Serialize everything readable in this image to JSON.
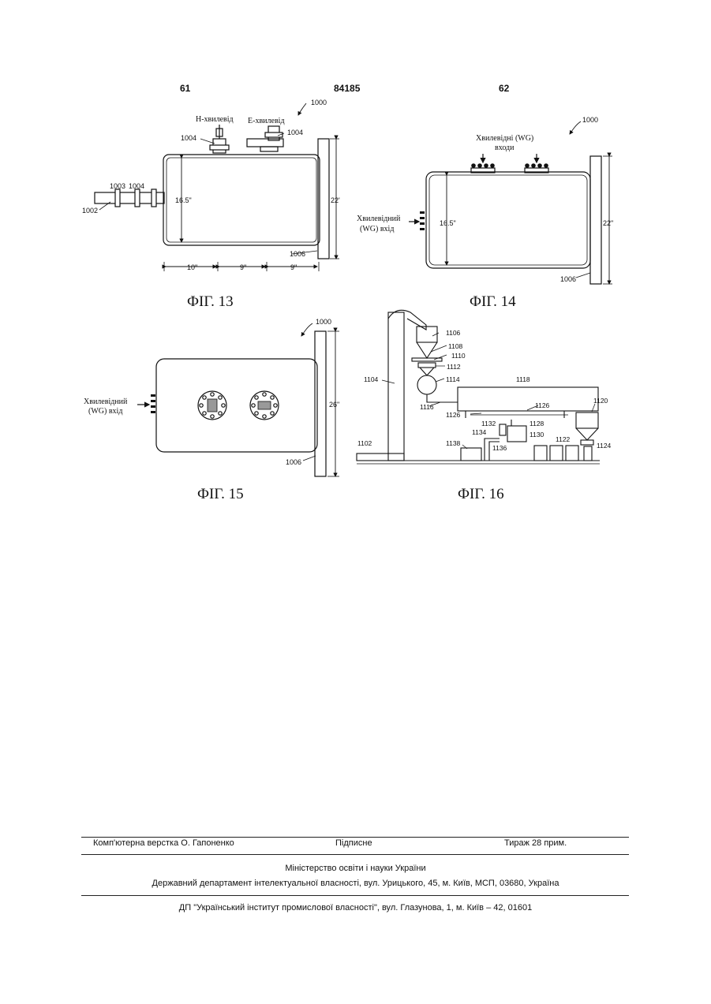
{
  "header": {
    "left_page": "61",
    "patent_number": "84185",
    "right_page": "62"
  },
  "fig13": {
    "caption": "ФІГ. 13",
    "ref_main": "1000",
    "label_h": "Н-хвилевід",
    "label_e": "Е-хвилевід",
    "ref_1004_a": "1004",
    "ref_1004_b": "1004",
    "ref_1004_c": "1004",
    "ref_1003": "1003",
    "ref_1002": "1002",
    "ref_1006": "1006",
    "dim_height": "16.5\"",
    "dim_total": "22'",
    "dim_a": "10\"",
    "dim_b": "9\"",
    "dim_c": "9\""
  },
  "fig14": {
    "caption": "ФІГ. 14",
    "ref_main": "1000",
    "label_inputs_1": "Хвилевідні (WG)",
    "label_inputs_2": "входи",
    "label_input_1": "Хвилевідний",
    "label_input_2": "(WG) вхід",
    "dim_height": "16.5\"",
    "dim_total": "22\"",
    "ref_1006": "1006"
  },
  "fig15": {
    "caption": "ФІГ. 15",
    "ref_main": "1000",
    "label_input_1": "Хвилевідний",
    "label_input_2": "(WG) вхід",
    "dim_total": "26\"",
    "ref_1006": "1006"
  },
  "fig16": {
    "caption": "ФІГ. 16",
    "refs": {
      "r1102": "1102",
      "r1104": "1104",
      "r1106": "1106",
      "r1108": "1108",
      "r1110": "1110",
      "r1112": "1112",
      "r1114": "1114",
      "r1116": "1116",
      "r1118": "1118",
      "r1120": "1120",
      "r1122": "1122",
      "r1124": "1124",
      "r1126a": "1126",
      "r1126b": "1126",
      "r1128": "1128",
      "r1130": "1130",
      "r1132": "1132",
      "r1134": "1134",
      "r1136": "1136",
      "r1138": "1138"
    }
  },
  "footer": {
    "layout_credit": "Комп'ютерна верстка О. Гапоненко",
    "signed": "Підписне",
    "circulation": "Тираж 28 прим.",
    "ministry": "Міністерство освіти і науки України",
    "department": "Державний департамент інтелектуальної власності, вул. Урицького, 45, м. Київ, МСП, 03680, Україна",
    "institute": "ДП \"Український інститут промислової власності\", вул. Глазунова, 1, м. Київ – 42, 01601"
  }
}
